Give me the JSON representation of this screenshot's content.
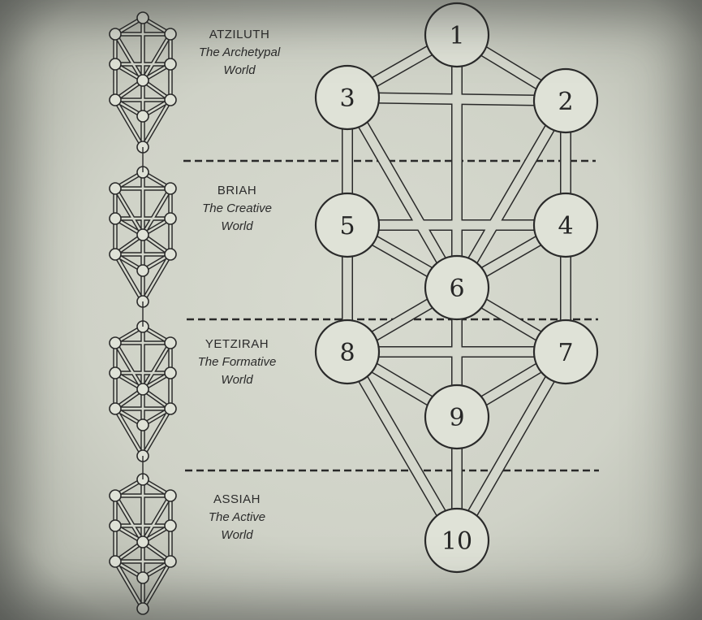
{
  "worlds": [
    {
      "name": "ATZILUTH",
      "line1": "The Archetypal",
      "line2": "World"
    },
    {
      "name": "BRIAH",
      "line1": "The Creative",
      "line2": "World"
    },
    {
      "name": "YETZIRAH",
      "line1": "The Formative",
      "line2": "World"
    },
    {
      "name": "ASSIAH",
      "line1": "The Active",
      "line2": "World"
    }
  ],
  "sephiroth": [
    "1",
    "2",
    "3",
    "4",
    "5",
    "6",
    "7",
    "8",
    "9",
    "10"
  ],
  "colors": {
    "ink": "#2a2a2a",
    "paper": "#d3d6cb",
    "node_fill": "#dfe2d7"
  }
}
